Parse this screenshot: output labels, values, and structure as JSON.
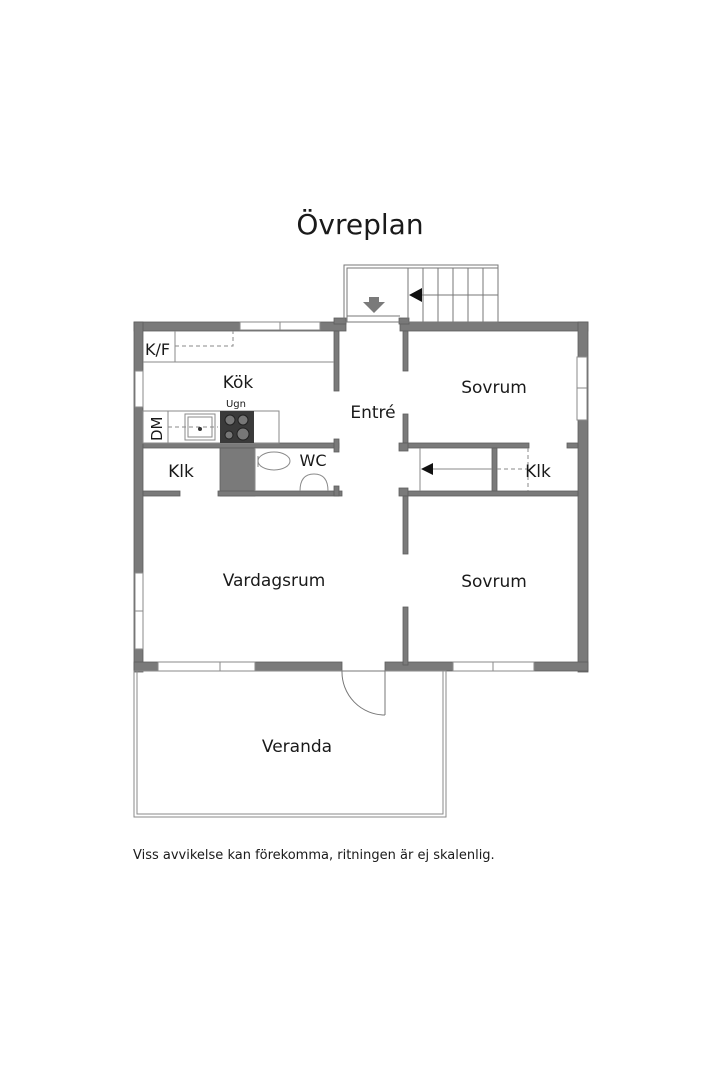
{
  "title": "Övreplan",
  "disclaimer": "Viss avvikelse kan förekomma, ritningen är ej skalenlig.",
  "colors": {
    "wall": "#7a7a7a",
    "wall_outline": "#5e5e5e",
    "fixture_line": "#8a8a8a",
    "stove": "#3a3a3a",
    "text": "#1a1a1a",
    "background": "#ffffff"
  },
  "rooms": {
    "kitchen": "Kök",
    "oven": "Ugn",
    "fridge_freezer": "K/F",
    "dishwasher": "DM",
    "closet_left": "Klk",
    "wc": "WC",
    "entrance": "Entré",
    "bedroom_upper": "Sovrum",
    "closet_right": "Klk",
    "living_room": "Vardagsrum",
    "bedroom_lower": "Sovrum",
    "veranda": "Veranda"
  }
}
